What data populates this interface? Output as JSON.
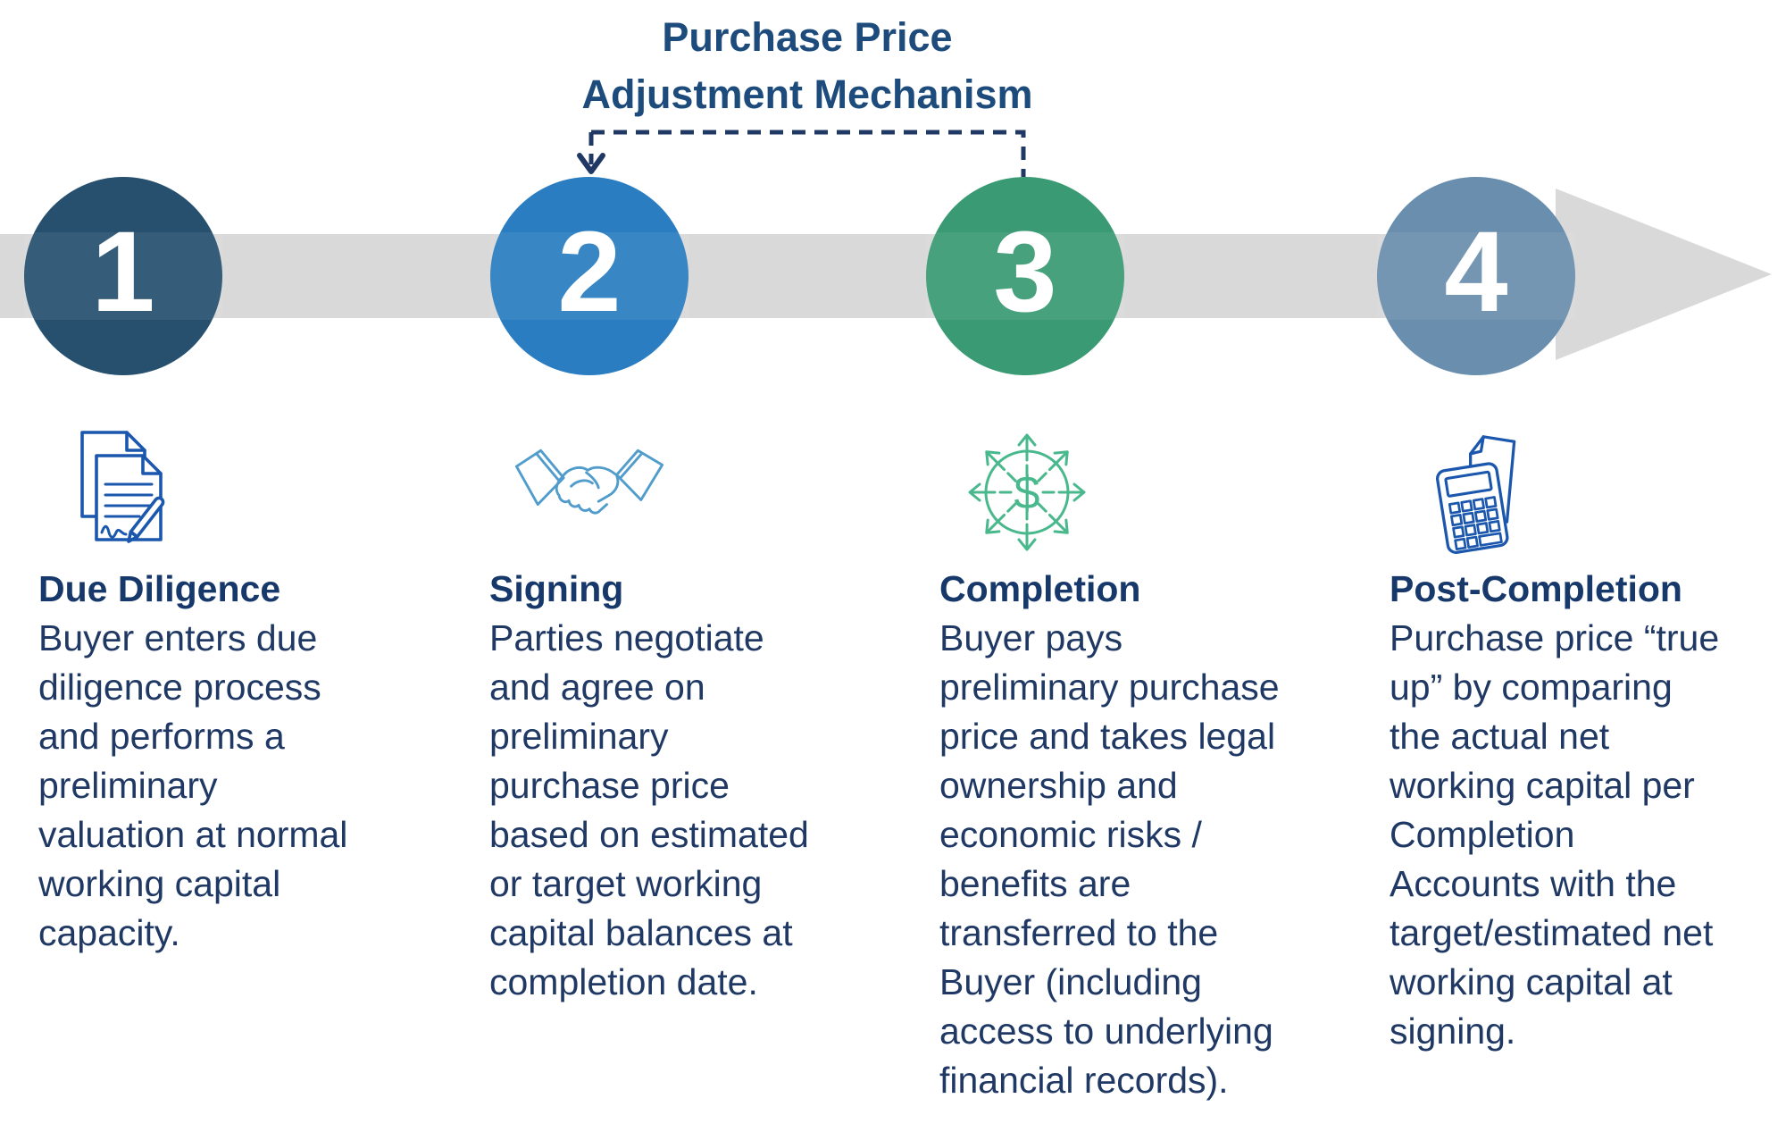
{
  "annotation": {
    "title_lines": [
      "Purchase Price",
      "Adjustment Mechanism"
    ],
    "title_color": "#1d4b7c",
    "connector_color": "#1f3864",
    "connector_spans_steps": [
      "2",
      "3"
    ]
  },
  "timeline": {
    "band_color": "#d9d9d9",
    "direction": "left-to-right"
  },
  "text_color": "#1f3864",
  "steps": [
    {
      "number": "1",
      "circle_color": "#26506e",
      "icon": "signed-documents-icon",
      "icon_color": "#1a57ad",
      "heading": "Due Diligence",
      "body_lines": [
        "Buyer enters due",
        "diligence process",
        "and performs a",
        "preliminary",
        "valuation at normal",
        "working capital",
        "capacity."
      ]
    },
    {
      "number": "2",
      "circle_color": "#2a7dc0",
      "icon": "handshake-icon",
      "icon_color": "#509ccc",
      "heading": "Signing",
      "body_lines": [
        "Parties negotiate",
        "and agree on",
        "preliminary",
        "purchase price",
        "based on estimated",
        "or target working",
        "capital balances at",
        "completion date."
      ]
    },
    {
      "number": "3",
      "circle_color": "#3a9a74",
      "icon": "money-distribution-icon",
      "icon_color": "#49b98d",
      "heading": "Completion",
      "body_lines": [
        "Buyer pays",
        "preliminary purchase",
        "price and takes legal",
        "ownership and",
        "economic risks /",
        "benefits are",
        "transferred to the",
        "Buyer (including",
        "access to underlying",
        "financial records)."
      ]
    },
    {
      "number": "4",
      "circle_color": "#6a8fae",
      "icon": "calculator-document-icon",
      "icon_color": "#1a57ad",
      "heading": "Post-Completion",
      "body_lines": [
        "Purchase price “true",
        "up” by comparing",
        "the actual net",
        "working capital per",
        "Completion",
        "Accounts with the",
        "target/estimated net",
        "working capital at",
        "signing."
      ]
    }
  ]
}
